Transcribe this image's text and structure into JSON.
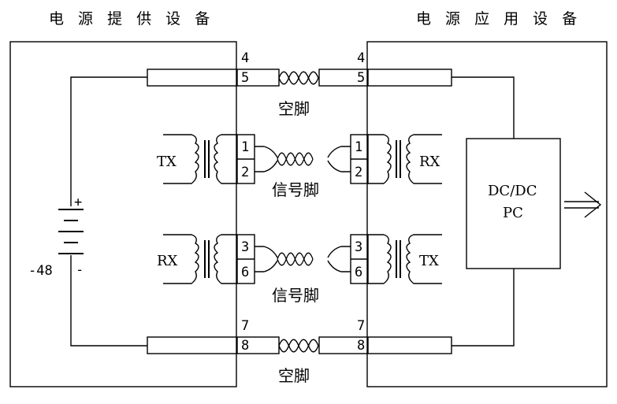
{
  "left_device": {
    "title": "电 源 提 供 设 备"
  },
  "right_device": {
    "title": "电 源 应 用 设 备"
  },
  "pairs": [
    {
      "pin_a": "4",
      "pin_b": "5",
      "label": "空脚"
    },
    {
      "pin_a": "1",
      "pin_b": "2",
      "label": "信号脚",
      "left_xfmr": "TX",
      "right_xfmr": "RX"
    },
    {
      "pin_a": "3",
      "pin_b": "6",
      "label": "信号脚",
      "left_xfmr": "RX",
      "right_xfmr": "TX"
    },
    {
      "pin_a": "7",
      "pin_b": "8",
      "label": "空脚"
    }
  ],
  "battery": {
    "plus": "+",
    "minus": "-",
    "voltage": "-48"
  },
  "converter": {
    "line1": "DC/DC",
    "line2": "PC"
  }
}
